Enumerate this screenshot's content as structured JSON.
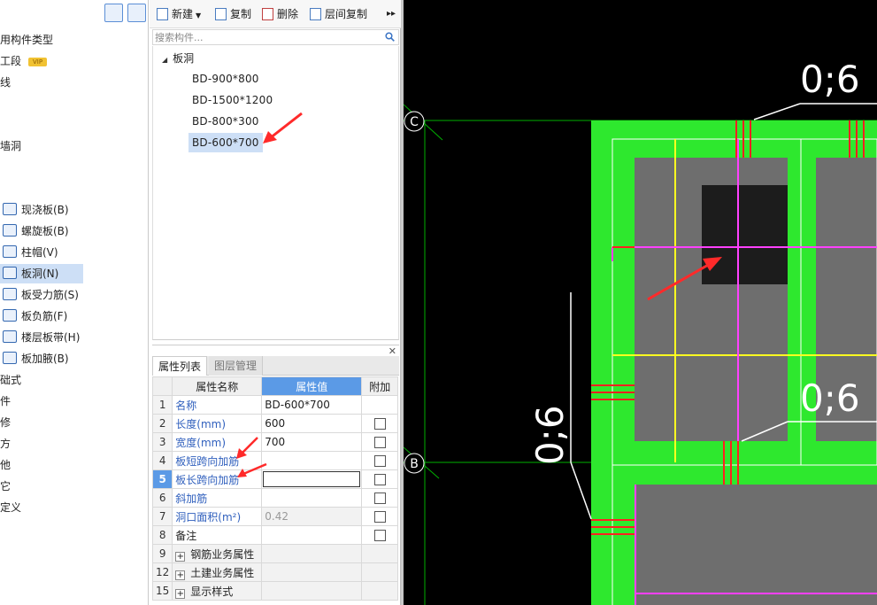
{
  "left_nav": {
    "items": [
      {
        "label": "用构件类型"
      },
      {
        "label": "工段",
        "badge": "VIP"
      },
      {
        "label": "线"
      },
      {
        "label": "墙洞"
      }
    ],
    "sub_items": [
      {
        "label": "现浇板(B)"
      },
      {
        "label": "螺旋板(B)"
      },
      {
        "label": "柱帽(V)"
      },
      {
        "label": "板洞(N)",
        "selected": true
      },
      {
        "label": "板受力筋(S)"
      },
      {
        "label": "板负筋(F)"
      },
      {
        "label": "楼层板带(H)"
      },
      {
        "label": "板加腋(B)"
      }
    ],
    "bottom_items": [
      {
        "label": "础式"
      },
      {
        "label": "件"
      },
      {
        "label": "修"
      },
      {
        "label": "方"
      },
      {
        "label": "他"
      },
      {
        "label": "它"
      },
      {
        "label": "定义"
      }
    ]
  },
  "toolbar": {
    "new_label": "新建",
    "copy_label": "复制",
    "delete_label": "删除",
    "floor_copy_label": "层间复制",
    "more_icon": "double-chevron-right"
  },
  "search": {
    "placeholder": "搜索构件..."
  },
  "tree": {
    "root_label": "板洞",
    "items": [
      {
        "label": "BD-900*800"
      },
      {
        "label": "BD-1500*1200"
      },
      {
        "label": "BD-800*300"
      },
      {
        "label": "BD-600*700",
        "selected": true
      }
    ]
  },
  "properties": {
    "tabs": [
      "属性列表",
      "图层管理"
    ],
    "headers": {
      "name": "属性名称",
      "value": "属性值",
      "extra": "附加"
    },
    "rows": [
      {
        "num": "1",
        "name": "名称",
        "value": "BD-600*700",
        "checkbox": false
      },
      {
        "num": "2",
        "name": "长度(mm)",
        "value": "600",
        "checkbox": true
      },
      {
        "num": "3",
        "name": "宽度(mm)",
        "value": "700",
        "checkbox": true
      },
      {
        "num": "4",
        "name": "板短跨向加筋",
        "value": "",
        "checkbox": true
      },
      {
        "num": "5",
        "name": "板长跨向加筋",
        "value": "",
        "checkbox": true,
        "current": true
      },
      {
        "num": "6",
        "name": "斜加筋",
        "value": "",
        "checkbox": true
      },
      {
        "num": "7",
        "name": "洞口面积(m²)",
        "value": "0.42",
        "checkbox": true
      },
      {
        "num": "8",
        "name": "备注",
        "value": "",
        "checkbox": true
      },
      {
        "num": "9",
        "name": "钢筋业务属性",
        "group": true
      },
      {
        "num": "12",
        "name": "土建业务属性",
        "group": true
      },
      {
        "num": "15",
        "name": "显示样式",
        "group": true
      }
    ]
  },
  "cad": {
    "axis_c": "C",
    "axis_b": "B",
    "dim_top": "0;6",
    "dim_mid": "0;6",
    "dim_left": "0;6",
    "colors": {
      "background": "#000000",
      "slab": "#2ee82e",
      "hole": "#6e6e6e",
      "axis": "#00b000",
      "rebar_red": "#ff2020",
      "yellow": "#ffff20",
      "magenta": "#ff40ff"
    }
  }
}
